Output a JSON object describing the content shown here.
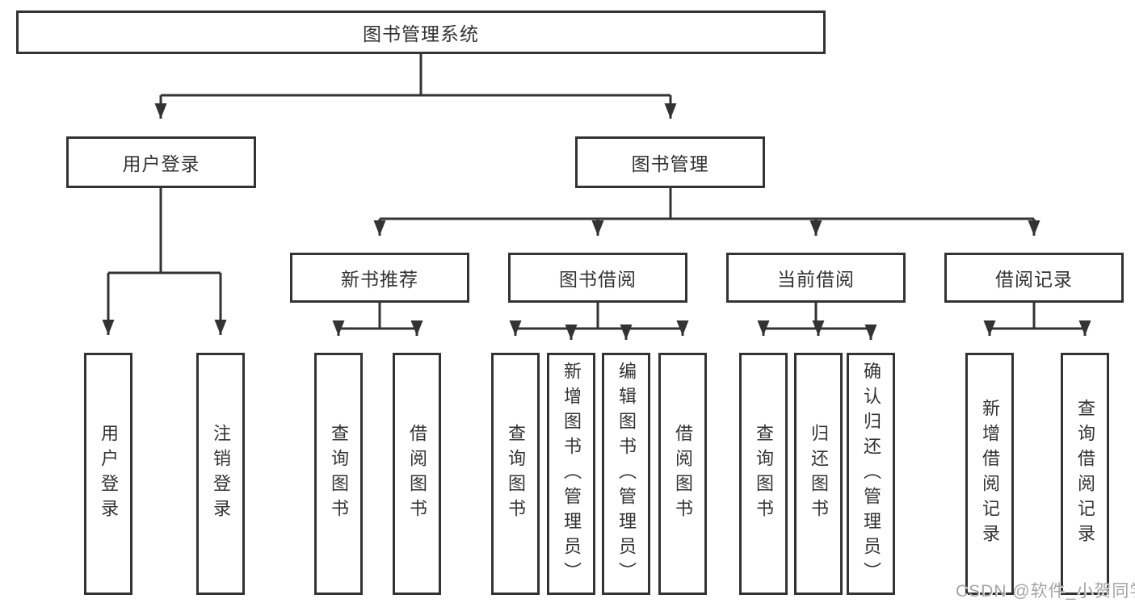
{
  "diagram": {
    "root": {
      "label": "图书管理系统"
    },
    "level2": {
      "user_login": {
        "label": "用户登录"
      },
      "book_mgmt": {
        "label": "图书管理"
      }
    },
    "level3": {
      "new_books": {
        "label": "新书推荐"
      },
      "borrowing": {
        "label": "图书借阅"
      },
      "current": {
        "label": "当前借阅"
      },
      "records": {
        "label": "借阅记录"
      }
    },
    "leaves": {
      "user_login": [
        "用户登录",
        "注销登录"
      ],
      "new_books": [
        "查询图书",
        "借阅图书"
      ],
      "borrowing": [
        "查询图书",
        "新增图书（管理员）",
        "编辑图书（管理员）",
        "借阅图书"
      ],
      "current": [
        "查询图书",
        "归还图书",
        "确认归还（管理员）"
      ],
      "records": [
        "新增借阅记录",
        "查询借阅记录"
      ]
    }
  },
  "colors": {
    "line": "#333333",
    "text": "#333333",
    "box_background": "#ffffff",
    "watermark": "#a5a5a5"
  },
  "watermark": {
    "text": "CSDN @软件_小贺同学"
  }
}
